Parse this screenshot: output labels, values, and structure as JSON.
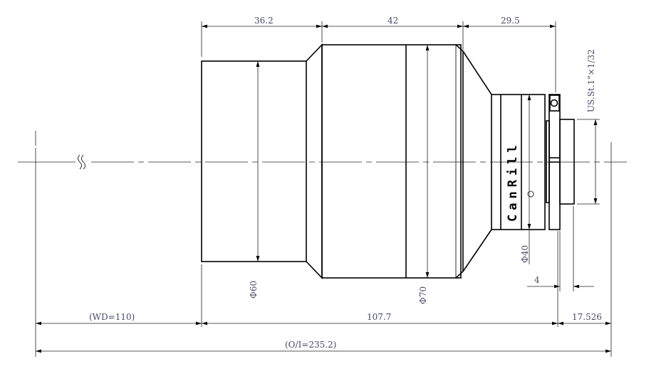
{
  "drawing": {
    "brand": "CanRill",
    "dimensions": {
      "front_length": "36.2",
      "middle_length": "42",
      "rear_length": "29.5",
      "thread": "US.St.1\"×1/32",
      "dia_front": "Φ60",
      "dia_middle": "Φ70",
      "dia_rear": "Φ40",
      "flange": "4",
      "working_distance": "(WD=110)",
      "body_length": "107.7",
      "back_focus": "17.526",
      "object_image": "(O/I=235.2)"
    }
  }
}
